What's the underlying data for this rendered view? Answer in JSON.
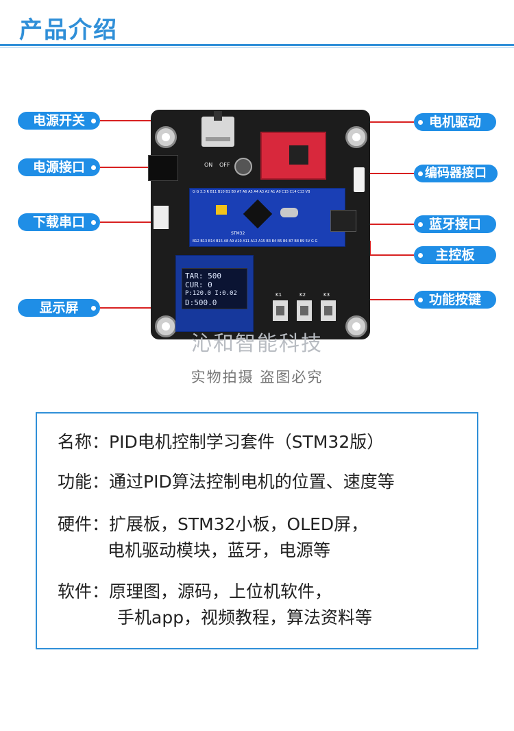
{
  "header": {
    "title": "产品介绍"
  },
  "labels": {
    "power_switch": "电源开关",
    "power_port": "电源接口",
    "download_port": "下载串口",
    "display": "显示屏",
    "motor_driver": "电机驱动",
    "encoder_port": "编码器接口",
    "bluetooth_port": "蓝牙接口",
    "main_board": "主控板",
    "function_keys": "功能按键"
  },
  "board": {
    "chip": "STM32",
    "oled_lines": [
      "TAR: 500",
      "CUR: 0",
      "P:120.0 I:0.02",
      "D:500.0"
    ],
    "pin_top": "G G 3.3 R B11 B10 B1 B0 A7 A6 A5 A4 A3 A2 A1 A0 C15 C14 C13 VB",
    "pin_bottom": "B12 B13 B14 B15 A8 A9 A10 A11 A12 A15 B3 B4 B5 B6 B7 B8 B9 5V G G",
    "keys": [
      "K1",
      "K2",
      "K3"
    ],
    "switch_on": "ON",
    "switch_off": "OFF"
  },
  "watermark": {
    "brand": "沁和智能科技",
    "note": "实物拍摄 盗图必究"
  },
  "info": {
    "name": "名称：PID电机控制学习套件（STM32版）",
    "function": "功能：通过PID算法控制电机的位置、速度等",
    "hardware_1": "硬件：扩展板，STM32小板，OLED屏，",
    "hardware_2": "电机驱动模块，蓝牙，电源等",
    "software_1": "软件：原理图，源码，上位机软件，",
    "software_2": "手机app，视频教程，算法资料等"
  }
}
